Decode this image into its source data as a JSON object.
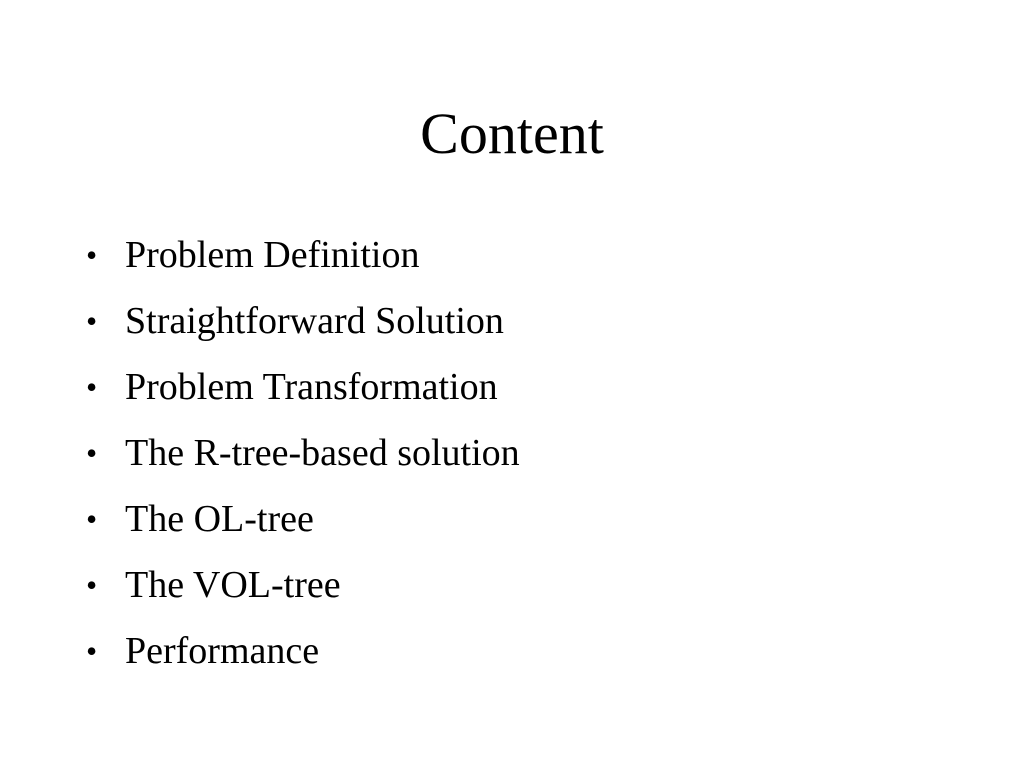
{
  "slide": {
    "title": "Content",
    "bullet_glyph": "•",
    "items": [
      {
        "label": "Problem Definition"
      },
      {
        "label": "Straightforward Solution"
      },
      {
        "label": "Problem Transformation"
      },
      {
        "label": "The R-tree-based solution"
      },
      {
        "label": "The OL-tree"
      },
      {
        "label": "The VOL-tree"
      },
      {
        "label": "Performance"
      }
    ]
  }
}
